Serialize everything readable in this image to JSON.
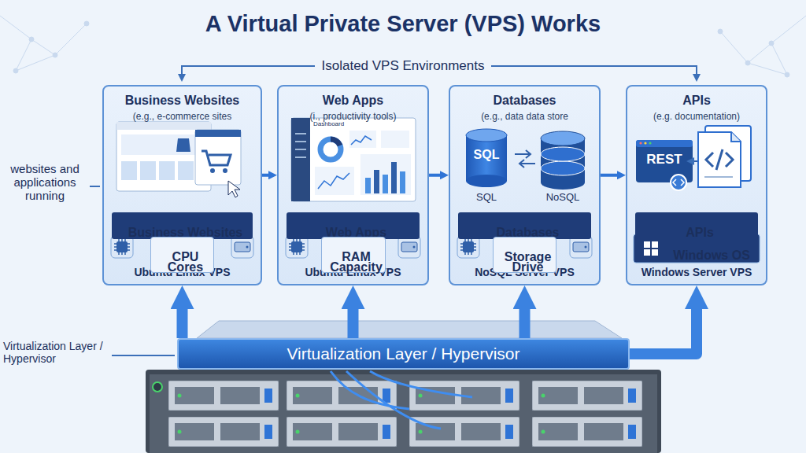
{
  "diagram": {
    "title": "A Virtual Private Server (VPS) Works",
    "nodes": [
      {
        "text": [
          "Business Websites",
          "(e.g., e-commerce sites",
          "Ubuntu Linux VPS"
        ]
      },
      {
        "text": [
          "Business Websites"
        ],
        "in": 0
      },
      {
        "text": [
          "CPU Cores"
        ],
        "in": 0
      },
      {
        "text": [
          "Web Apps",
          "(i., productivity tools)",
          "Ubuntu Linux VPS"
        ]
      },
      {
        "text": [
          "Web Apps"
        ],
        "in": 3
      },
      {
        "text": [
          "RAM Capacity"
        ],
        "in": 3
      },
      {
        "text": [
          "Databases",
          "(e.g., data data store",
          "NoSQL Server VPS"
        ]
      },
      {
        "text": [
          "Databases"
        ],
        "in": 6
      },
      {
        "text": [
          "Storage Drive"
        ],
        "in": 6
      },
      {
        "text": [
          "APIs",
          "(e.g. documentation)",
          "Windows Server VPS"
        ]
      },
      {
        "text": [
          "APIs"
        ],
        "in": 9
      },
      {
        "text": [
          "Windows OS"
        ],
        "in": 9
      },
      {
        "text": [
          "Virtualization Layer / Hypervisor"
        ]
      }
    ],
    "edges": [
      {
        "from": 0,
        "to": 3,
        "arrow": "to"
      },
      {
        "from": 3,
        "to": 6,
        "arrow": "to"
      },
      {
        "from": 6,
        "to": 9,
        "arrow": "to"
      },
      {
        "from": 12,
        "to": 0,
        "arrow": "to"
      },
      {
        "from": 12,
        "to": 3,
        "arrow": "to"
      },
      {
        "from": 12,
        "to": 6,
        "arrow": "to"
      },
      {
        "from": 12,
        "to": 9,
        "arrow": "to"
      }
    ],
    "labels": [
      "Isolated VPS Environments",
      "websites and applications running",
      "Virtualization Layer / Hypervisor",
      "SQL",
      "SQL",
      "NoSQL",
      "REST",
      "Dashboard"
    ]
  }
}
